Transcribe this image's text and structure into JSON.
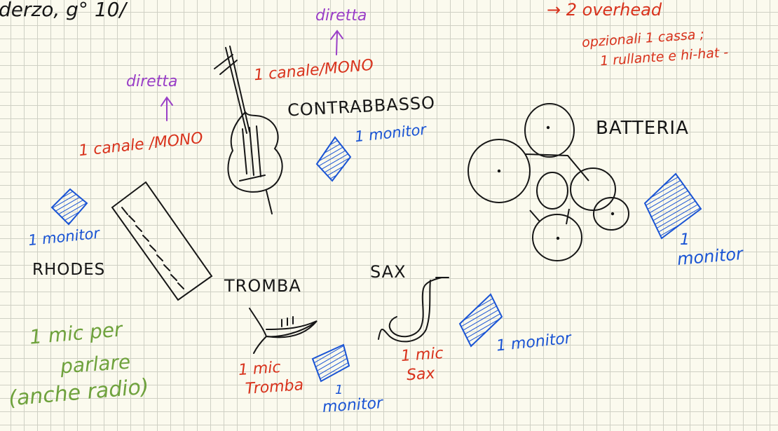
{
  "colors": {
    "ink": "#161616",
    "red": "#d8321c",
    "purple": "#9a3fc7",
    "blue": "#1a54d4",
    "green": "#6fa23d",
    "paper": "#fbfaee",
    "grid": "#cfd0c4"
  },
  "header": {
    "top_left": "derzo, g° 10/",
    "overhead": "→ 2 overhead",
    "optional_line1": "opzionali 1 cassa ;",
    "optional_line2": "1 rullante e hi-hat -"
  },
  "contrabbasso": {
    "direct": "diretta",
    "channel": "1 canale/MONO",
    "label": "CONTRABBASSO",
    "monitor": "1 monitor"
  },
  "rhodes": {
    "direct": "diretta",
    "channel": "1 canale /MONO",
    "monitor": "1 monitor",
    "label": "RHODES"
  },
  "batteria": {
    "label": "BATTERIA",
    "monitor_line1": "1",
    "monitor_line2": "monitor"
  },
  "tromba": {
    "label": "TROMBA",
    "mic_line1": "1 mic",
    "mic_line2": "Tromba",
    "monitor_line1": "1",
    "monitor_line2": "monitor"
  },
  "sax": {
    "label": "SAX",
    "mic_line1": "1 mic",
    "mic_line2": "Sax",
    "monitor": "1 monitor"
  },
  "speech": {
    "line1": "1 mic per",
    "line2": "parlare",
    "line3": "(anche radio)"
  },
  "icons": {
    "arrow": "arrow-up-icon",
    "monitor": "stage-monitor-icon"
  }
}
